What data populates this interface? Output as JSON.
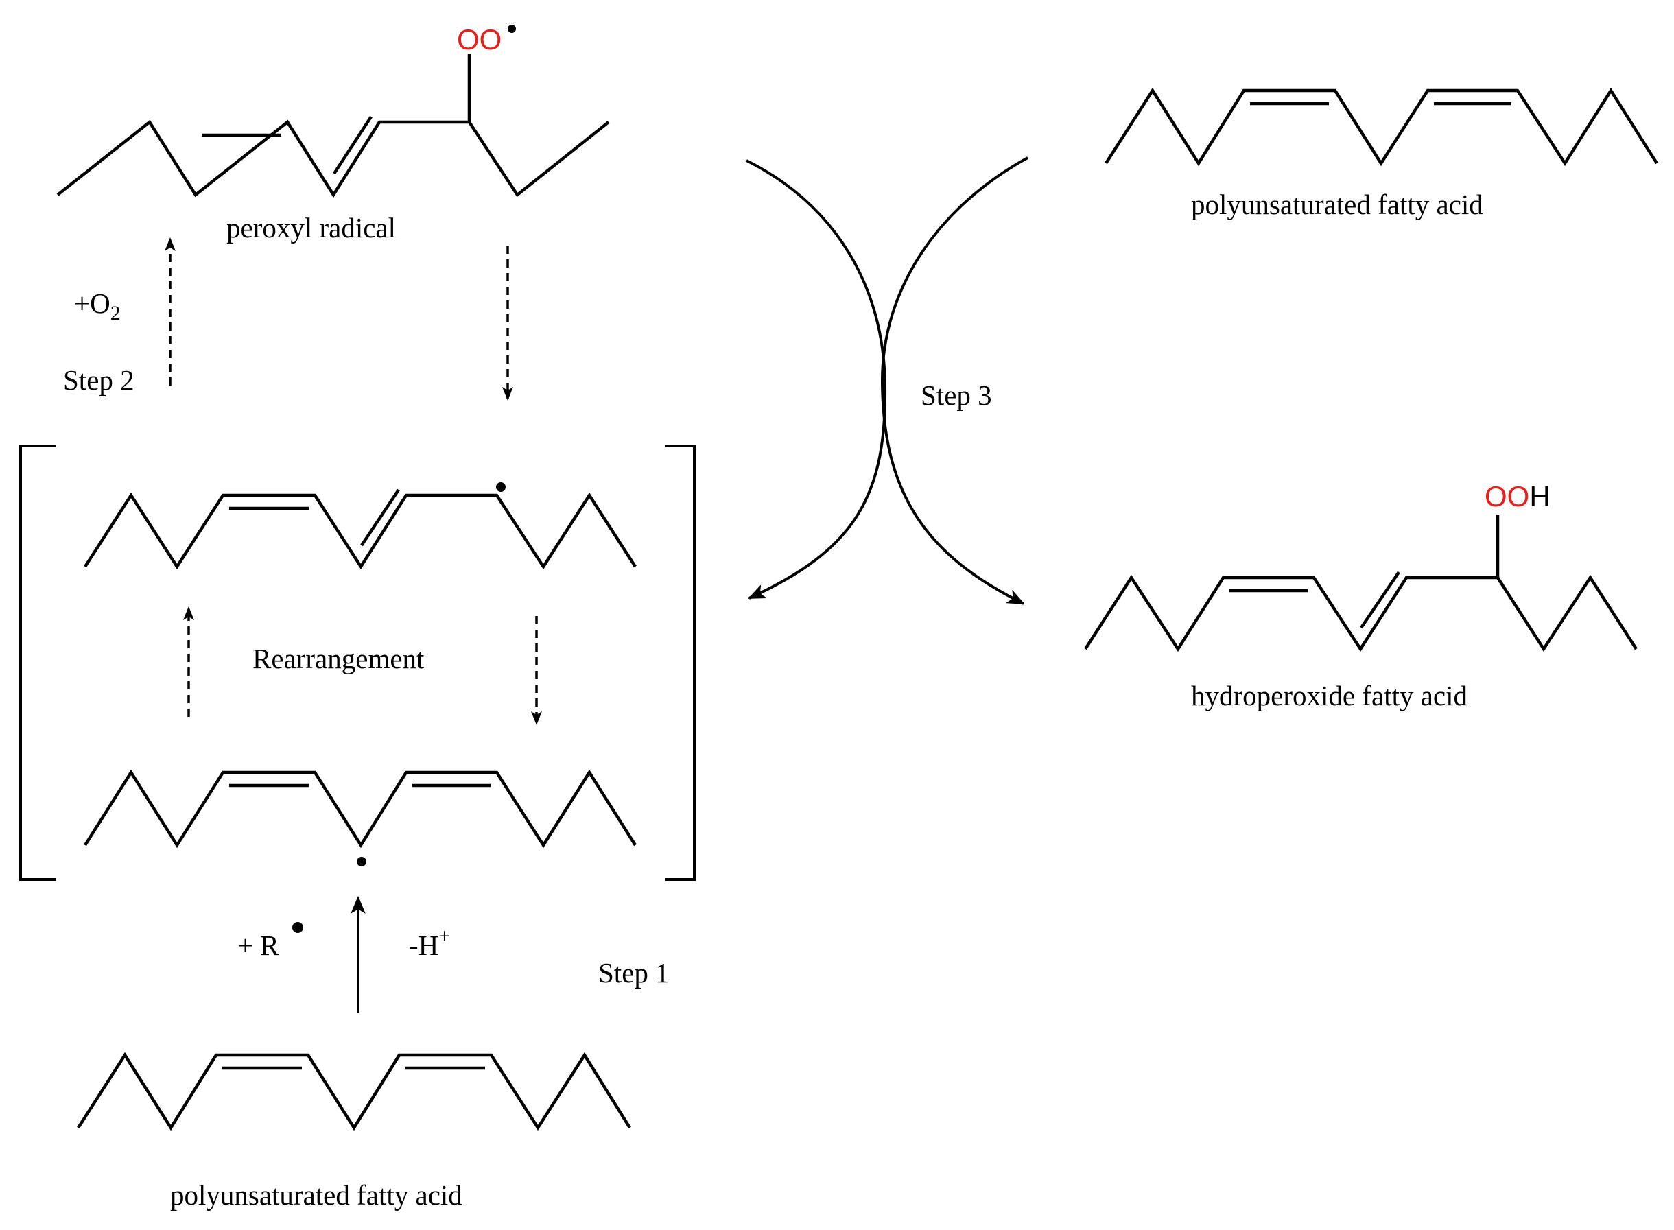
{
  "molecules": {
    "peroxyl_radical": {
      "label": "peroxyl radical",
      "substituent": "OO",
      "radical_dot": "•"
    },
    "pufa_top": {
      "label": "polyunsaturated fatty acid"
    },
    "pufa_bottom": {
      "label": "polyunsaturated fatty acid"
    },
    "hydroperoxide": {
      "label": "hydroperoxide fatty acid",
      "substituent_o": "OO",
      "substituent_h": "H"
    }
  },
  "steps": {
    "step1": "Step 1",
    "step2": "Step 2",
    "step3": "Step 3",
    "rearrangement": "Rearrangement"
  },
  "reagents": {
    "plus_o2_prefix": "+O",
    "plus_o2_sub": "2",
    "plus_r": "+ R",
    "minus_h": "-H",
    "minus_h_sup": "+"
  },
  "colors": {
    "oxygen": "#e8201c",
    "bond": "#000000"
  }
}
